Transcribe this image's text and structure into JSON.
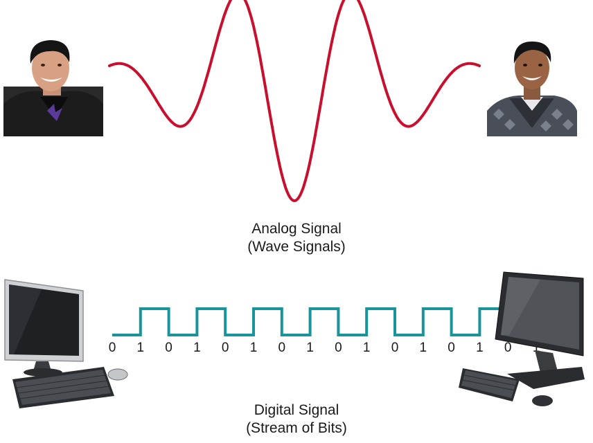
{
  "analog": {
    "title": "Analog Signal",
    "subtitle": "(Wave Signals)",
    "color": "#c8102e"
  },
  "digital": {
    "title": "Digital Signal",
    "subtitle": "(Stream of Bits)",
    "color": "#18949a",
    "bits": [
      "0",
      "1",
      "0",
      "1",
      "0",
      "1",
      "0",
      "1",
      "0",
      "1",
      "0",
      "1",
      "0",
      "1",
      "0",
      "1"
    ]
  },
  "icons": {
    "left_person": "person-left-icon",
    "right_person": "person-right-icon",
    "left_computer": "desktop-computer-left-icon",
    "right_computer": "desktop-computer-right-icon"
  }
}
